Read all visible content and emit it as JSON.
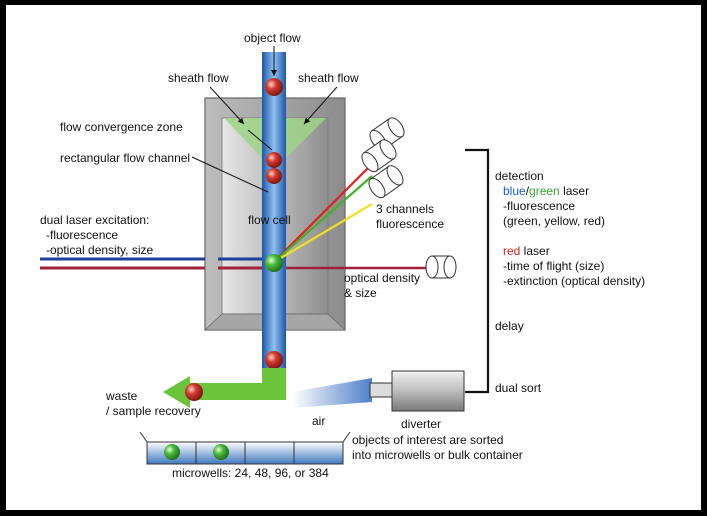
{
  "labels": {
    "object_flow": "object flow",
    "sheath_flow_left": "sheath flow",
    "sheath_flow_right": "sheath flow",
    "flow_convergence_zone": "flow convergence zone",
    "rectangular_flow_channel": "rectangular flow channel",
    "flow_cell": "flow cell",
    "three_channels": "3 channels",
    "fluorescence": "fluorescence",
    "dual_laser_title": "dual laser excitation:",
    "dual_laser_line1": "-fluorescence",
    "dual_laser_line2": "-optical density, size",
    "optical_density": "optical density",
    "and_size": "& size",
    "waste": "waste",
    "sample_recovery": "/ sample recovery",
    "air": "air",
    "diverter": "diverter",
    "microwells": "microwells: 24, 48, 96, or 384",
    "sorted_line1": "objects of interest are sorted",
    "sorted_line2": "into microwells or bulk container",
    "detection": "detection",
    "blue_word": "blue",
    "slash": "/",
    "green_word": "green",
    "laser_word": " laser",
    "det_fluorescence": "-fluorescence",
    "det_colors": "(green, yellow, red)",
    "red_word": "red",
    "red_laser_word": " laser",
    "time_of_flight": "-time of flight (size)",
    "extinction": "-extinction (optical density)",
    "delay": "delay",
    "dual_sort": "dual sort"
  },
  "colors": {
    "blue_laser": "#1f3f99",
    "red_laser": "#a0203a",
    "green_flow": "#6cc43a",
    "channel_blue": "#4a86c8",
    "particle_red": "#c0302a",
    "particle_green": "#4cbb3c",
    "text_blue": "#1f5fbf",
    "text_green": "#3aa33a",
    "text_red": "#d4201c"
  },
  "icons": [
    "detector-cylinder-icon",
    "particle-icon",
    "arrow-icon",
    "diverter-nozzle-icon"
  ]
}
